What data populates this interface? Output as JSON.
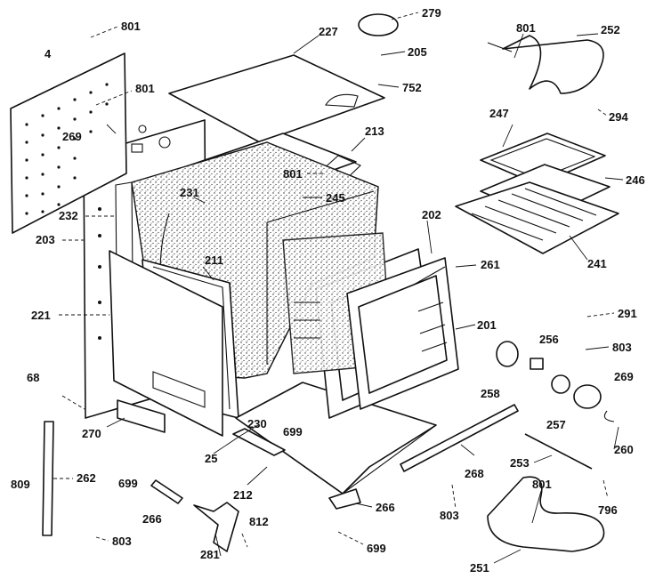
{
  "labels": {
    "p801a": "801",
    "p279": "279",
    "p801b": "801",
    "p252": "252",
    "p4": "4",
    "p227": "227",
    "p205": "205",
    "p752": "752",
    "p801c": "801",
    "p294": "294",
    "p247": "247",
    "p269a": "269",
    "p213": "213",
    "p801d": "801",
    "p246": "246",
    "p231": "231",
    "p245": "245",
    "p232": "232",
    "p202": "202",
    "p203": "203",
    "p241": "241",
    "p211": "211",
    "p261": "261",
    "p221": "221",
    "p201": "201",
    "p291": "291",
    "p256": "256",
    "p803a": "803",
    "p68": "68",
    "p258": "258",
    "p269b": "269",
    "p257": "257",
    "p230": "230",
    "p699a": "699",
    "p270": "270",
    "p260": "260",
    "p25": "25",
    "p253": "253",
    "p268": "268",
    "p809": "809",
    "p262": "262",
    "p212": "212",
    "p699b": "699",
    "p801e": "801",
    "p796": "796",
    "p266a": "266",
    "p266b": "266",
    "p803b": "803",
    "p812": "812",
    "p803c": "803",
    "p281": "281",
    "p699c": "699",
    "p251": "251"
  }
}
